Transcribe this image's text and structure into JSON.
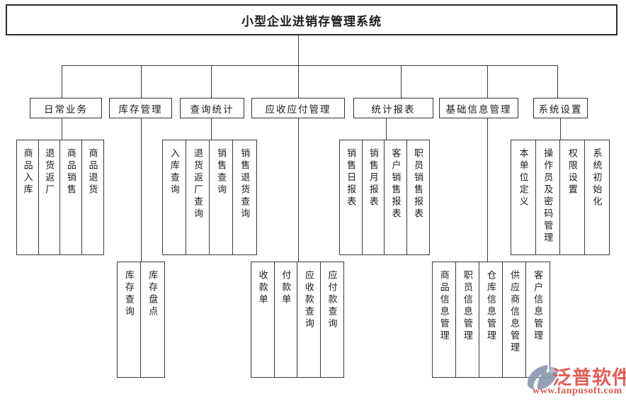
{
  "title": "小型企业进销存管理系统",
  "tree": {
    "branches": [
      {
        "label": "日常业务",
        "children": [
          "商品入库",
          "退货返厂",
          "商品销售",
          "商品退货"
        ]
      },
      {
        "label": "库存管理",
        "children": [
          "库存查询",
          "库存盘点"
        ]
      },
      {
        "label": "查询统计",
        "children": [
          "入库查询",
          "退货返厂查询",
          "销售查询",
          "销售退货查询"
        ]
      },
      {
        "label": "应收应付管理",
        "children": [
          "收款单",
          "付款单",
          "应收款查询",
          "应付款查询"
        ]
      },
      {
        "label": "统计报表",
        "children": [
          "销售日报表",
          "销售月报表",
          "客户销售报表",
          "职员销售报表"
        ]
      },
      {
        "label": "基础信息管理",
        "children": [
          "商品信息管理",
          "职员信息管理",
          "仓库信息管理",
          "供应商信息管理",
          "客户信息管理"
        ]
      },
      {
        "label": "系统设置",
        "children": [
          "本单位定义",
          "操作员及密码管理",
          "权限设置",
          "系统初始化"
        ]
      }
    ]
  },
  "watermark": {
    "brand": "泛普软件",
    "url": "www.fanpusoft.com",
    "icon": "fanpu-swirl-logo",
    "brand_color": "#e0514a",
    "icon_color": "#8b9aae"
  },
  "colors": {
    "line": "#3d3d3d",
    "text": "#1c1c1c",
    "background": "#ffffff"
  }
}
